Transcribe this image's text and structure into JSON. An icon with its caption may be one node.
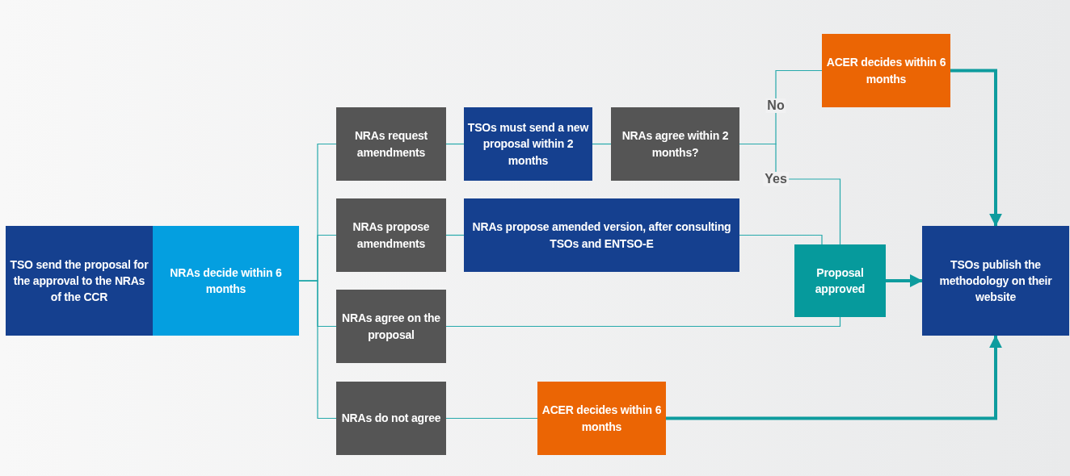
{
  "diagram": {
    "nodes": [
      {
        "text": [
          "TSO send the proposal for the approval to the NRAs of the CCR"
        ]
      },
      {
        "text": [
          "NRAs decide within 6 months"
        ]
      },
      {
        "text": [
          "NRAs request amendments"
        ]
      },
      {
        "text": [
          "TSOs must send a new proposal within 2 months"
        ]
      },
      {
        "text": [
          "NRAs agree within 2 months?"
        ]
      },
      {
        "text": [
          "ACER decides within 6 months"
        ]
      },
      {
        "text": [
          "NRAs propose amendments"
        ]
      },
      {
        "text": [
          "NRAs propose amended version, after consulting TSOs and ENTSO-E"
        ]
      },
      {
        "text": [
          "Proposal approved"
        ]
      },
      {
        "text": [
          "TSOs publish the methodology on their website"
        ]
      },
      {
        "text": [
          "NRAs agree on the proposal"
        ]
      },
      {
        "text": [
          "NRAs do not agree"
        ]
      },
      {
        "text": [
          "ACER decides within 6 months"
        ]
      }
    ],
    "edges": [
      {
        "from": 1,
        "to": 2,
        "arrow": "none"
      },
      {
        "from": 1,
        "to": 6,
        "arrow": "none"
      },
      {
        "from": 1,
        "to": 10,
        "arrow": "none"
      },
      {
        "from": 1,
        "to": 11,
        "arrow": "none"
      },
      {
        "from": 2,
        "to": 3,
        "arrow": "none"
      },
      {
        "from": 3,
        "to": 4,
        "arrow": "none"
      },
      {
        "from": 4,
        "to": 5,
        "arrow": "none",
        "label": "No"
      },
      {
        "from": 4,
        "to": 8,
        "arrow": "none",
        "label": "Yes"
      },
      {
        "from": 6,
        "to": 7,
        "arrow": "none"
      },
      {
        "from": 7,
        "to": 8,
        "arrow": "none"
      },
      {
        "from": 10,
        "to": 8,
        "arrow": "none"
      },
      {
        "from": 8,
        "to": 9,
        "arrow": "to",
        "style": "thick"
      },
      {
        "from": 5,
        "to": 9,
        "arrow": "to",
        "style": "thick"
      },
      {
        "from": 11,
        "to": 12,
        "arrow": "none"
      },
      {
        "from": 12,
        "to": 9,
        "arrow": "to",
        "style": "thick"
      }
    ]
  }
}
